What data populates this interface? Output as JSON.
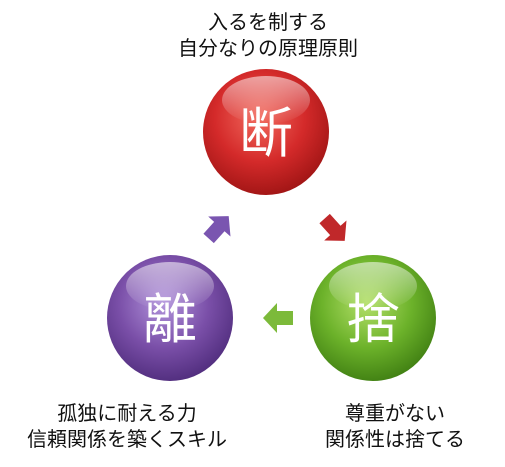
{
  "nodes": {
    "top": {
      "char": "断",
      "color": "#d42a2a",
      "caption": [
        "入るを制する",
        "自分なりの原理原則"
      ]
    },
    "right": {
      "char": "捨",
      "color": "#6cb22a",
      "caption": [
        "尊重がない",
        "関係性は捨てる"
      ]
    },
    "left": {
      "char": "離",
      "color": "#7a4fa8",
      "caption": [
        "孤独に耐える力",
        "信頼関係を築くスキル"
      ]
    }
  },
  "arrows": [
    {
      "from": "top",
      "to": "right",
      "color": "#c0282a"
    },
    {
      "from": "right",
      "to": "left",
      "color": "#7cba3a"
    },
    {
      "from": "left",
      "to": "top",
      "color": "#7a55b0"
    }
  ]
}
